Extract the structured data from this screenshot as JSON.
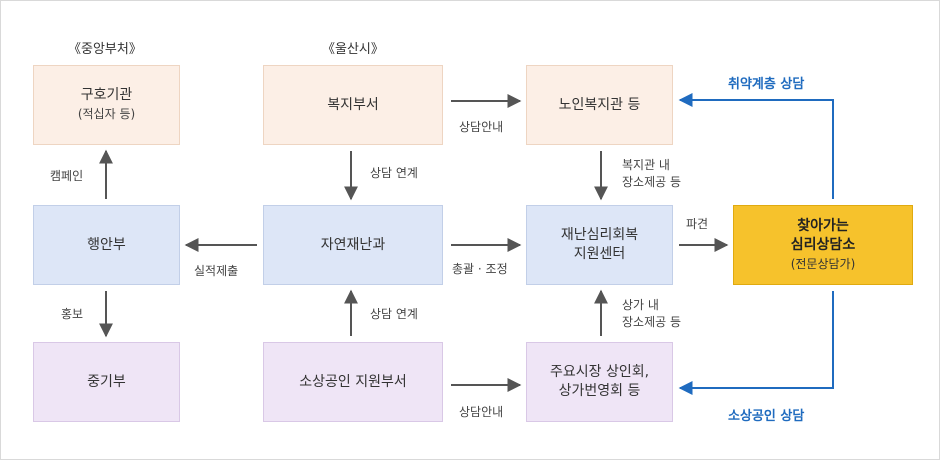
{
  "headers": {
    "central": "《중앙부처》",
    "ulsan": "《울산시》"
  },
  "boxes": {
    "rescue": {
      "title": "구호기관",
      "sub": "(적십자 등)"
    },
    "welfare_dept": {
      "title": "복지부서"
    },
    "senior_center": {
      "title": "노인복지관 등"
    },
    "mois": {
      "title": "행안부"
    },
    "disaster_dept": {
      "title": "자연재난과"
    },
    "recovery_center": {
      "line1": "재난심리회복",
      "line2": "지원센터"
    },
    "visiting": {
      "line1": "찾아가는",
      "line2": "심리상담소",
      "sub": "(전문상담가)"
    },
    "mss": {
      "title": "중기부"
    },
    "smallbiz_dept": {
      "title": "소상공인 지원부서"
    },
    "market": {
      "line1": "주요시장 상인회,",
      "line2": "상가번영회 등"
    }
  },
  "labels": {
    "campaign": "캠페인",
    "promotion": "홍보",
    "performance": "실적제출",
    "link_top": "상담 연계",
    "link_bottom": "상담 연계",
    "guide_top": "상담안내",
    "guide_bottom": "상담안내",
    "coordination": "총괄 · 조정",
    "dispatch": "파견",
    "space_top_1": "복지관 내",
    "space_top_2": "장소제공 등",
    "space_bottom_1": "상가 내",
    "space_bottom_2": "장소제공 등",
    "vulnerable": "취약계층 상담",
    "smallbiz": "소상공인 상담"
  },
  "colors": {
    "peach": "#fcefe6",
    "blue": "#dde6f7",
    "purple": "#efe5f6",
    "gold": "#f6c22c",
    "accent_blue": "#1f6bbf",
    "arrow_gray": "#555555"
  }
}
